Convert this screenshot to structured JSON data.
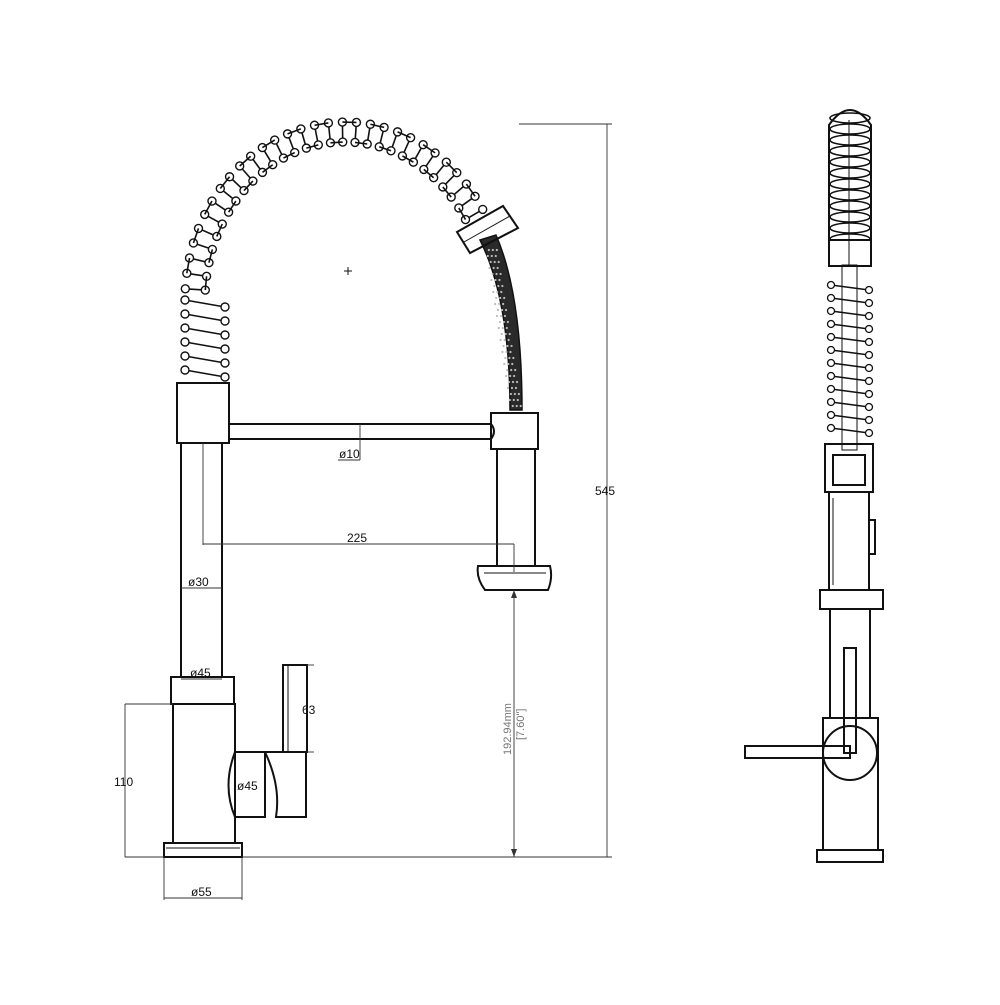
{
  "dimensions": {
    "overall_height": "545",
    "reach": "225",
    "hose_diameter": "ø10",
    "column_diameter": "ø30",
    "collar_diameter": "ø45",
    "lever_length": "63",
    "body_height": "110",
    "handle_diameter": "ø45",
    "base_diameter": "ø55",
    "spout_clearance_mm": "192.94mm",
    "spout_clearance_in": "[7.60\"]"
  },
  "views": [
    "front-elevation",
    "side-elevation"
  ]
}
